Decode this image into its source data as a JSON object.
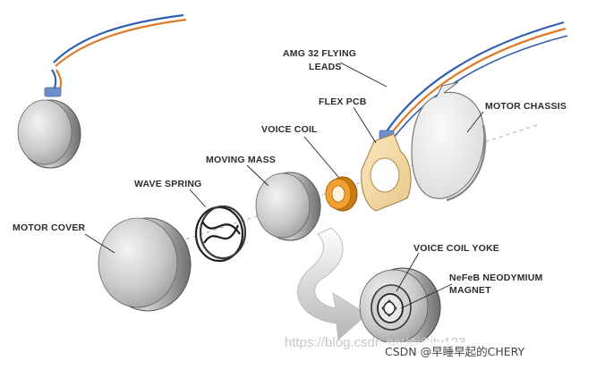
{
  "labels": {
    "amg_line1": "AMG 32 FLYING",
    "amg_line2": "LEADS",
    "flex_pcb": "FLEX PCB",
    "motor_chassis": "MOTOR CHASSIS",
    "voice_coil": "VOICE COIL",
    "moving_mass": "MOVING MASS",
    "wave_spring": "WAVE SPRING",
    "motor_cover": "MOTOR COVER",
    "voice_coil_yoke": "VOICE COIL YOKE",
    "magnet_line1": "NeFeB NEODYMIUM",
    "magnet_line2": "MAGNET"
  },
  "watermark": "https://blog.csdn.net/AiCity123",
  "credit": "CSDN @早睡早起的CHERY",
  "colors": {
    "wire_blue": "#2f5fb0",
    "wire_orange": "#e07a2a",
    "coil_orange": "#f0a030",
    "metal_light": "#e4e4e4",
    "metal_dark": "#7a7a7a",
    "label_text": "#2b2b2b"
  }
}
